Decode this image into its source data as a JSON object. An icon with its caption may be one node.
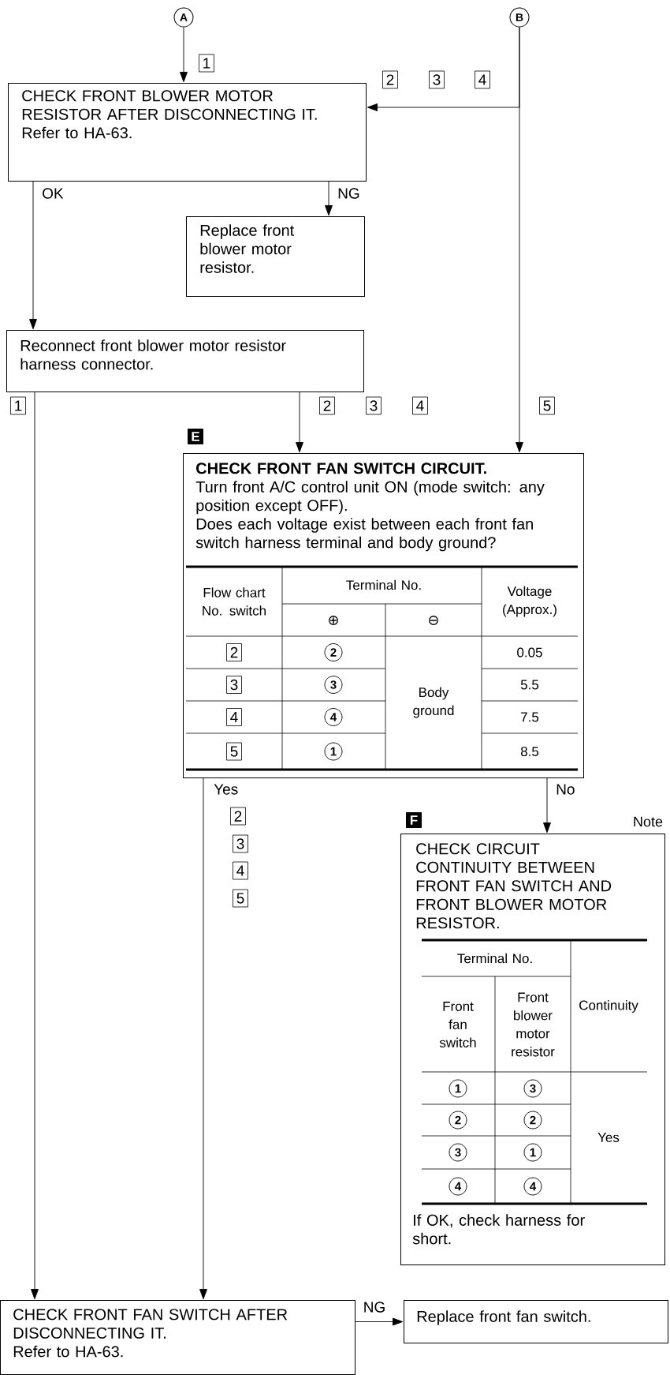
{
  "diagram": {
    "nodes": [
      {
        "text": [
          "A"
        ]
      },
      {
        "text": [
          "B"
        ]
      },
      {
        "text": [
          "CHECK FRONT BLOWER MOTOR RESISTOR AFTER DISCONNECTING IT.",
          "Refer to HA-63."
        ]
      },
      {
        "text": [
          "Replace front blower motor resistor."
        ]
      },
      {
        "text": [
          "Reconnect front blower motor resistor harness connector."
        ]
      },
      {
        "text": [
          "CHECK FRONT FAN SWITCH CIRCUIT.",
          "Turn front A/C control unit ON (mode switch: any position except OFF).",
          "Does each voltage exist between each front fan switch harness terminal and body ground?"
        ]
      },
      {
        "text": [
          "CHECK CIRCUIT CONTINUITY BETWEEN FRONT FAN SWITCH AND FRONT BLOWER MOTOR RESISTOR.",
          "If OK, check harness for short."
        ],
        "beside": [
          "Note"
        ]
      },
      {
        "text": [
          "CHECK FRONT FAN SWITCH AFTER DISCONNECTING IT.",
          "Refer to HA-63."
        ]
      },
      {
        "text": [
          "Replace front fan switch."
        ]
      }
    ],
    "edges": [
      {
        "from": 0,
        "to": 2,
        "arrow": "to"
      },
      {
        "from": 1,
        "to": 2,
        "arrow": "to"
      },
      {
        "from": 1,
        "to": 5,
        "arrow": "to"
      },
      {
        "from": 2,
        "to": 4,
        "arrow": "to",
        "label": "OK"
      },
      {
        "from": 2,
        "to": 3,
        "arrow": "to",
        "label": "NG"
      },
      {
        "from": 4,
        "to": 7,
        "arrow": "to"
      },
      {
        "from": 4,
        "to": 5,
        "arrow": "to"
      },
      {
        "from": 5,
        "to": 7,
        "arrow": "to",
        "label": "Yes"
      },
      {
        "from": 5,
        "to": 6,
        "arrow": "to",
        "label": "No"
      },
      {
        "from": 7,
        "to": 8,
        "arrow": "to",
        "label": "NG"
      }
    ],
    "labels": [
      "1",
      "2",
      "3",
      "4",
      "1",
      "2",
      "3",
      "4",
      "5",
      "E",
      "Flow chart No. switch",
      "Terminal No.",
      "Voltage (Approx.)",
      "⊕",
      "⊖",
      "2",
      "2",
      "Body ground",
      "0.05",
      "3",
      "3",
      "5.5",
      "4",
      "4",
      "7.5",
      "5",
      "1",
      "8.5",
      "2",
      "3",
      "4",
      "5",
      "F",
      "Terminal No.",
      "Continuity",
      "Front fan switch",
      "Front blower motor resistor",
      "1",
      "3",
      "Yes",
      "2",
      "2",
      "3",
      "1",
      "4",
      "4"
    ]
  }
}
